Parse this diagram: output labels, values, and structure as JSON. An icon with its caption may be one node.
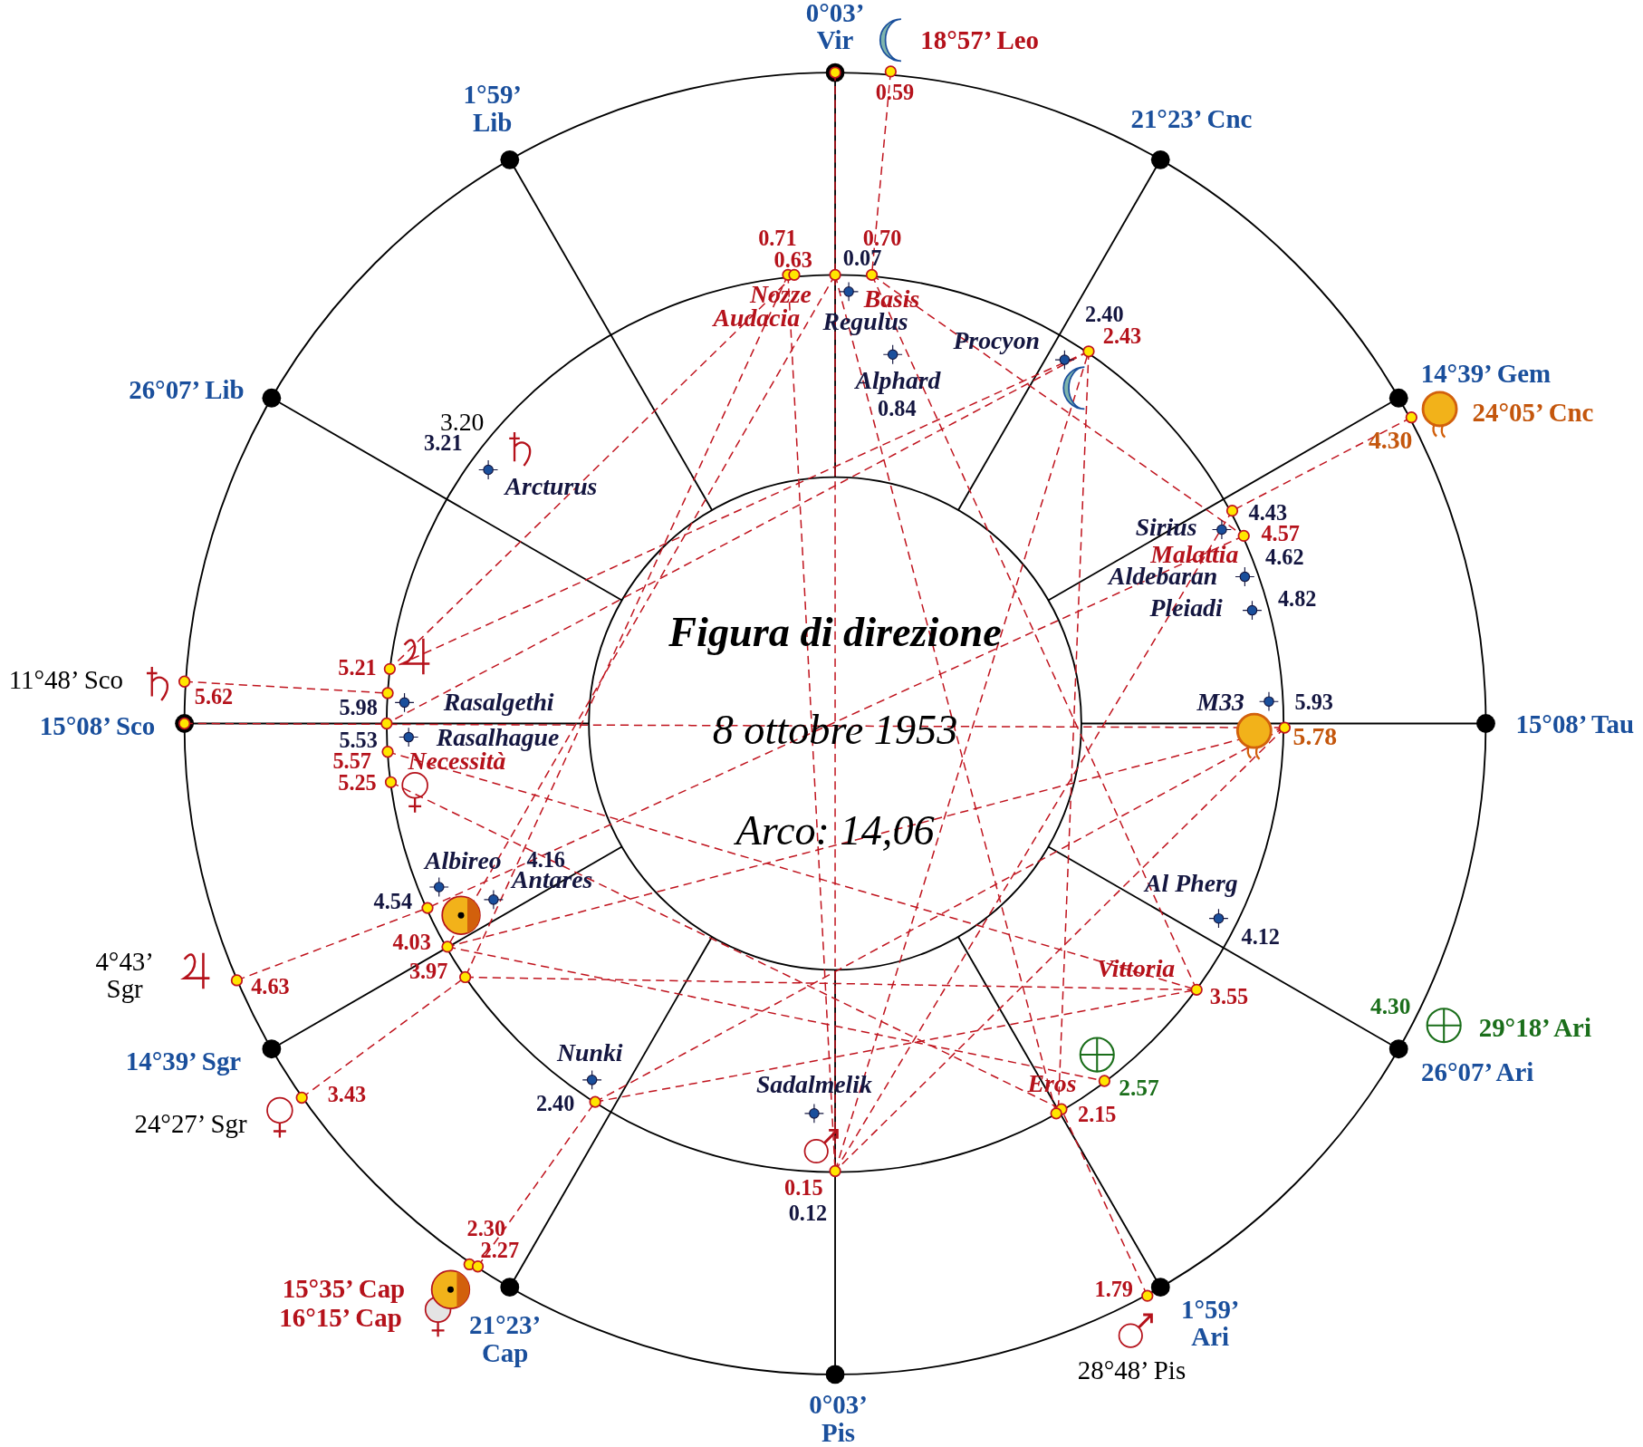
{
  "diagram": {
    "title": "Figura di direzione",
    "labels": [
      "0°03’ Vir",
      "18°57’ Leo",
      "0.59",
      "1°59’ Lib",
      "21°23’ Cnc",
      "0.71",
      "0.70",
      "0.63",
      "0.07",
      "Nozze",
      "Basis",
      "2.40",
      "Audacia",
      "Regulus",
      "2.43",
      "Procyon",
      "14°39’ Gem",
      "Alphard",
      "26°07’ Lib",
      "0.84",
      "24°05’ Cnc",
      "3.20",
      "4.30",
      "3.21",
      "Arcturus",
      "4.43",
      "Sirius",
      "4.57",
      "Malattia",
      "4.62",
      "Aldebaran",
      "4.82",
      "Pleiadi",
      "5.21",
      "11°48’ Sco",
      "5.62",
      "5.98",
      "Rasalgethi",
      "M33",
      "5.93",
      "15°08’ Sco",
      "8 ottobre 1953",
      "15°08’ Tau",
      "5.53",
      "Rasalhague",
      "5.78",
      "5.57",
      "Necessità",
      "5.25",
      "Arco: 14,06",
      "Albireo",
      "4.16",
      "Antares",
      "Al Pherg",
      "4.54",
      "4.12",
      "4.03",
      "4°43’ Sgr",
      "Vittoria",
      "3.97",
      "4.63",
      "3.55",
      "4.30",
      "29°18’ Ari",
      "Nunki",
      "14°39’ Sgr",
      "26°07’ Ari",
      "Sadalmelik",
      "Eros",
      "2.57",
      "3.43",
      "2.40",
      "2.15",
      "24°27’ Sgr",
      "0.15",
      "0.12",
      "2.30",
      "2.27",
      "15°35’ Cap",
      "1.79",
      "16°15’ Cap",
      "1°59’ Ari",
      "21°23’ Cap",
      "28°48’ Pis",
      "0°03’ Pis"
    ]
  }
}
